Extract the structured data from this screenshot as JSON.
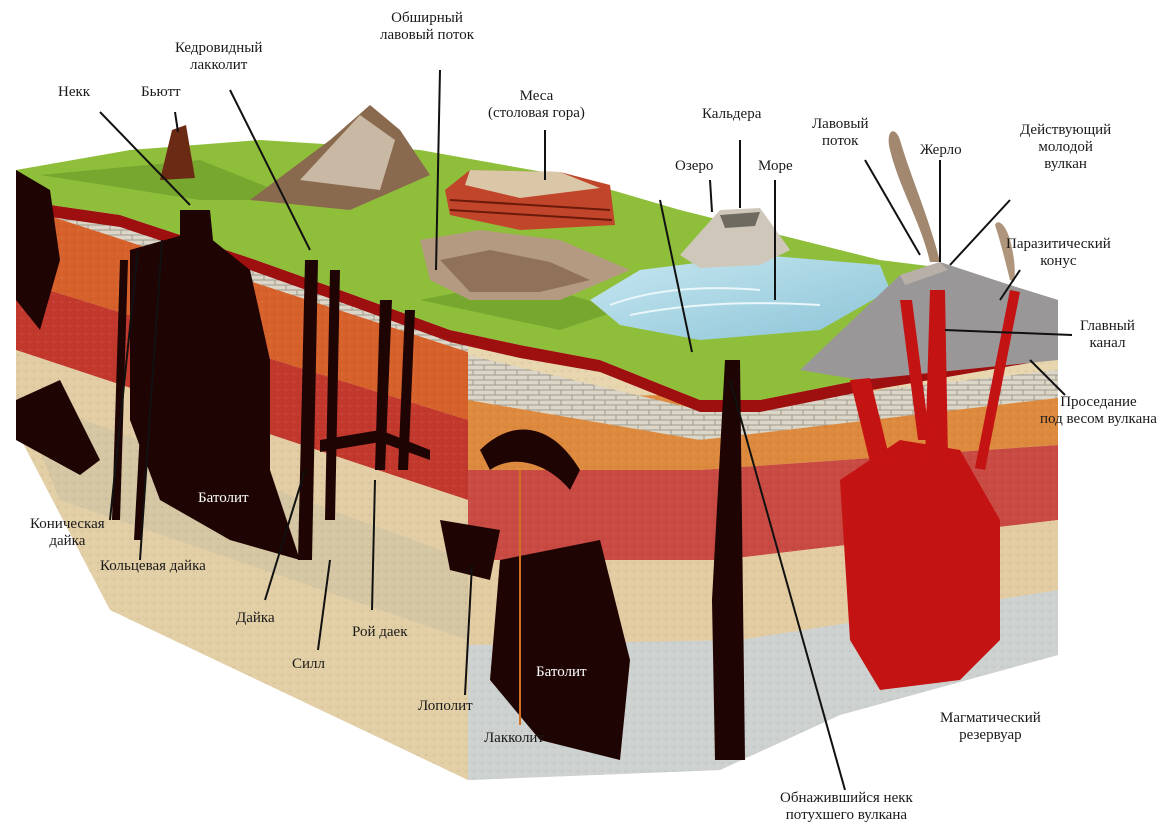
{
  "diagram": {
    "labels": {
      "neck": [
        "Некк"
      ],
      "butte": [
        "Бьютт"
      ],
      "cedar_laccolith": [
        "Кедровидный",
        "лакколит"
      ],
      "lava_flow_wide": [
        "Обширный",
        "лавовый поток"
      ],
      "mesa": [
        "Меса",
        "(столовая гора)"
      ],
      "caldera": [
        "Кальдера"
      ],
      "lake": [
        "Озеро"
      ],
      "sea": [
        "Море"
      ],
      "lava_flow": [
        "Лавовый",
        "поток"
      ],
      "vent": [
        "Жерло"
      ],
      "active_volcano": [
        "Действующий",
        "молодой",
        "вулкан"
      ],
      "parasitic_cone": [
        "Паразитический",
        "конус"
      ],
      "main_channel": [
        "Главный",
        "канал"
      ],
      "subsidence": [
        "Проседание",
        "под весом вулкана"
      ],
      "cone_dike": [
        "Коническая",
        "дайка"
      ],
      "ring_dike": [
        "Кольцевая дайка"
      ],
      "batholith_left": [
        "Батолит"
      ],
      "dike": [
        "Дайка"
      ],
      "dike_swarm": [
        "Рой даек"
      ],
      "sill": [
        "Силл"
      ],
      "lopolith": [
        "Лополит"
      ],
      "batholith_right": [
        "Батолит"
      ],
      "laccolith": [
        "Лакколит"
      ],
      "magma_reservoir": [
        "Магматический",
        "резервуар"
      ],
      "exposed_neck": [
        "Обнажившийся некк",
        "потухшего вулкана"
      ]
    },
    "colors": {
      "grass": "#8fbf3a",
      "grass_dark": "#5f8f22",
      "magma_red": "#b81414",
      "magma_dark": "#2a0505",
      "layer_orange": "#d9752e",
      "layer_red": "#c0403a",
      "layer_cream": "#e8d6b0",
      "layer_stone": "#d8d2c4",
      "sea_blue": "#9fd1e3",
      "leader_line": "#111111",
      "leader_orange": "#d07020"
    }
  }
}
